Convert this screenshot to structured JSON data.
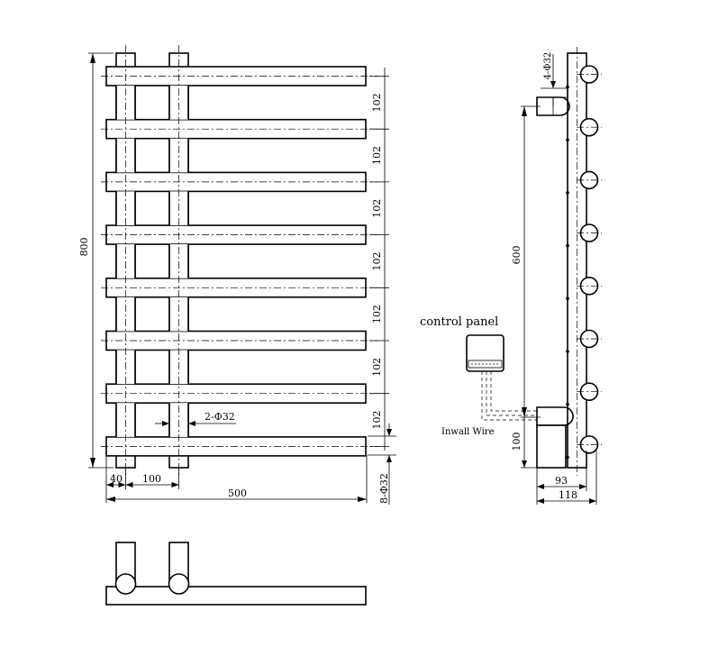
{
  "front_view": {
    "overall_height": "800",
    "spacings": [
      "102",
      "102",
      "102",
      "102",
      "102",
      "102",
      "102"
    ],
    "left_offset": "40",
    "post_spacing": "100",
    "overall_width": "500",
    "post_callout": "2-Φ32",
    "bar_callout": "8-Φ32",
    "bar_count": 8
  },
  "side_view": {
    "top_callout": "4-Φ32",
    "vertical_dim": "600",
    "bottom_dim": "100",
    "depth_inner": "93",
    "depth_outer": "118",
    "control_panel_label": "control panel",
    "inwall_wire_label": "Inwall Wire"
  }
}
